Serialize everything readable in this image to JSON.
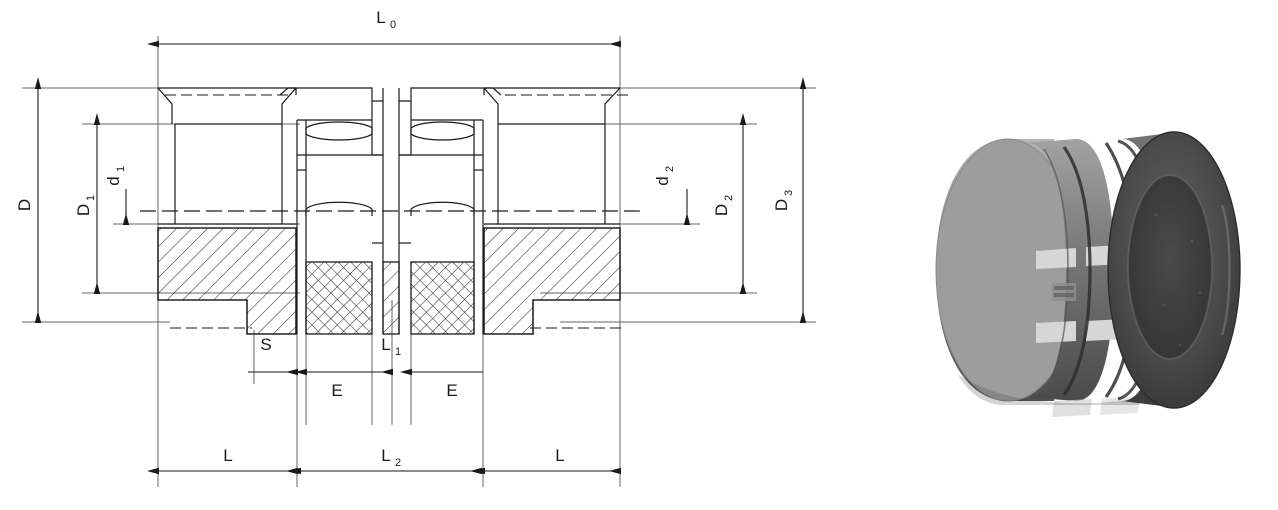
{
  "drawing": {
    "kind": "engineering-cross-section",
    "subject": "jaw / spider flexible shaft coupling",
    "labels": {
      "L0": {
        "base": "L",
        "sub": "0"
      },
      "D": {
        "base": "D",
        "sub": ""
      },
      "D1": {
        "base": "D",
        "sub": "1"
      },
      "d1": {
        "base": "d",
        "sub": "1"
      },
      "d2": {
        "base": "d",
        "sub": "2"
      },
      "D2": {
        "base": "D",
        "sub": "2"
      },
      "D3": {
        "base": "D",
        "sub": "3"
      },
      "S": {
        "base": "S",
        "sub": ""
      },
      "L1": {
        "base": "L",
        "sub": "1"
      },
      "E_left": {
        "base": "E",
        "sub": ""
      },
      "E_right": {
        "base": "E",
        "sub": ""
      },
      "L_left": {
        "base": "L",
        "sub": ""
      },
      "L2": {
        "base": "L",
        "sub": "2"
      },
      "L_right": {
        "base": "L",
        "sub": ""
      }
    },
    "colors": {
      "line": "#1a1a1a",
      "thin_line": "#555555",
      "hatch": "#2b2b2b",
      "background": "#ffffff"
    }
  },
  "photo": {
    "caption": "",
    "description": "grayscale photograph of an assembled elastomer jaw coupling",
    "colors": {
      "body_light": "#9a9a9a",
      "body_mid": "#7d7d7d",
      "body_dark": "#5c5c5c",
      "face_dark": "#4e4e4e",
      "bore_dark": "#3f3f3f",
      "highlight": "#d8d8d8",
      "shadow": "#3a3a3a"
    }
  }
}
